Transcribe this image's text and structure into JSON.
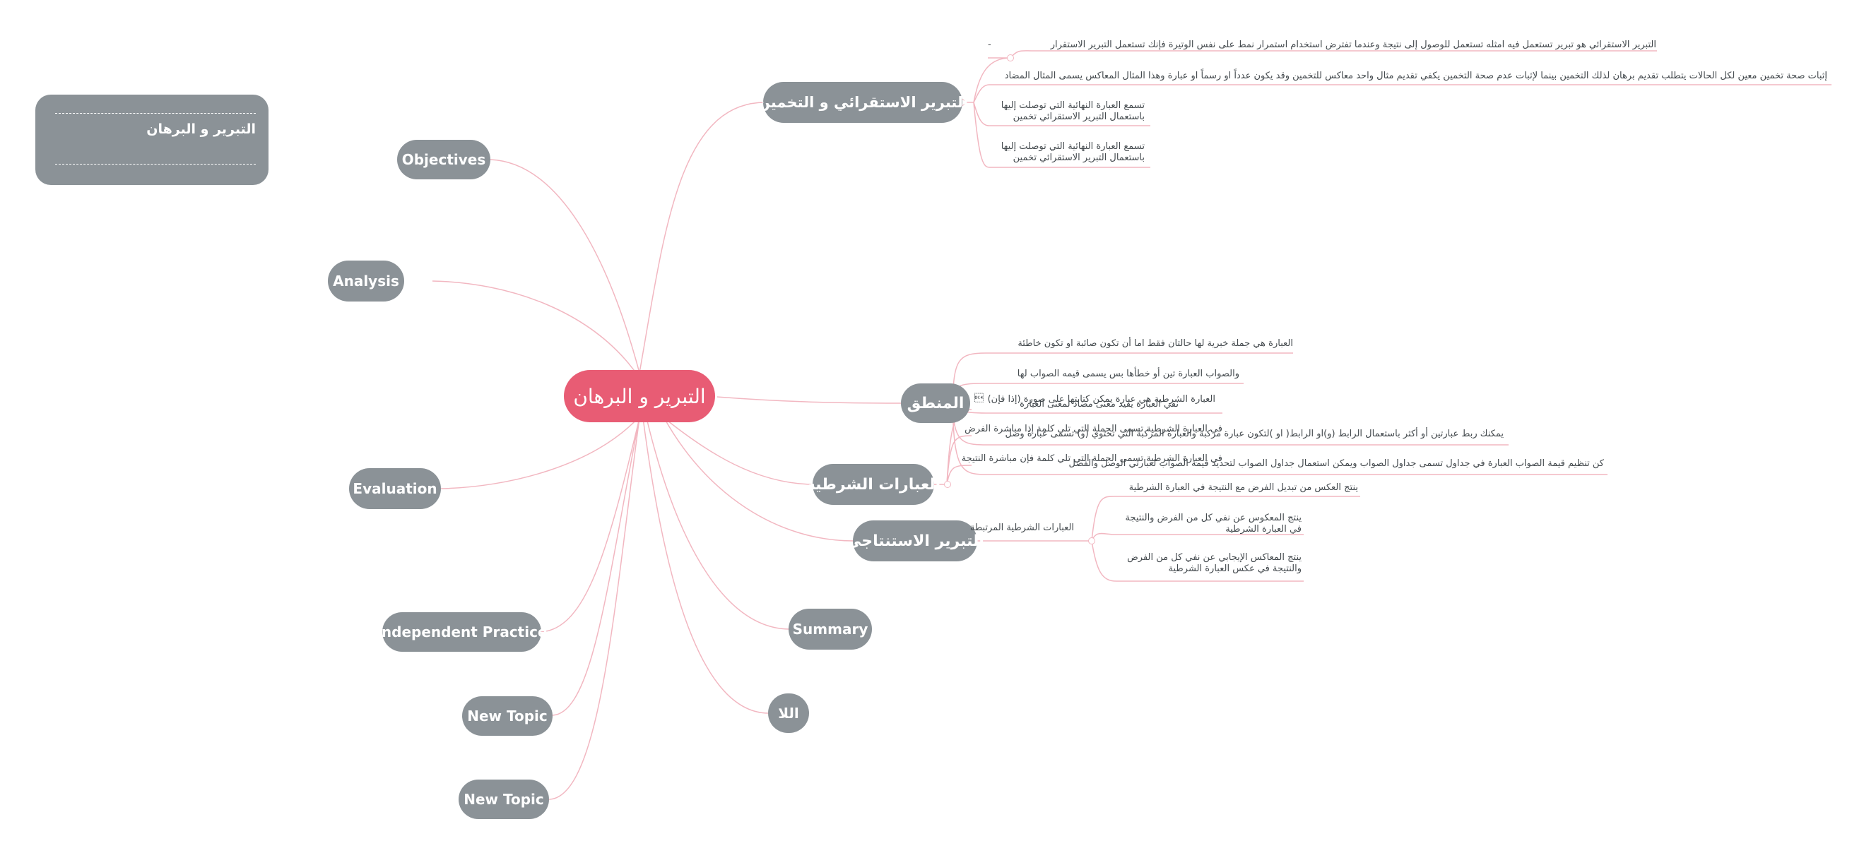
{
  "floating_topic": {
    "title": "التبرير و البرهان"
  },
  "root": {
    "label": "التبرير و البرهان"
  },
  "branches": {
    "objectives": "Objectives",
    "analysis": "Analysis",
    "evaluation": "Evaluation",
    "independent_practice": "Independent Practice",
    "new_topic_1": "New Topic",
    "new_topic_2": "New Topic",
    "inductive": "التبرير الاستقرائي و التخمين",
    "logic": "المنطق",
    "conditional": "العبارات الشرطية",
    "deductive": "التبرير الاستنتاجي",
    "summary": "Summary",
    "alla": "اللا"
  },
  "inductive_details": {
    "d1": "التبرير الاستقرائي هو تبرير تستعمل فيه امثله تستعمل للوصول إلى نتيجة وعندما تفترض استخدام استمرار نمط على نفس الوتيرة  فإنك تستعمل التبرير الاستقرار",
    "d1_dash": "-",
    "d2": "إثبات صحة تخمين معين لكل الحالات يتطلب تقديم  برهان لذلك التخمين بينما لإثبات عدم صحة التخمين يكفي تقديم مثال واحد معاكس للتخمين وقد يكون عدداً او رسماً او عبارة وهذا المثال المعاكس يسمى المثال المضاد",
    "d3": "تسمع العبارة النهائية التي توصلت إليها باستعمال التبرير الاستقرائي  تخمين",
    "d4": "تسمع العبارة النهائية التي توصلت إليها باستعمال التبرير الاستقرائي  تخمين"
  },
  "logic_details": {
    "d1": "العبارة هي جملة خبرية لها حالتان فقط اما أن تكون صائبة او تكون خاطئة",
    "d2": "والصواب العبارة تين أو خطأها بس يسمى قيمه الصواب لها",
    "d3": "نفي العبارة يفيد معنى مضاد لمعنى العبارة",
    "d4": "يمكنك ربط عبارتين أو أكثر باستعمال الرابط (و)او الرابط( او )لتكون عبارة مركبة والعبارة المركبة التي تحتوي (و) تسمى عبارة وصل",
    "d5": "كن تنظيم قيمة الصواب العبارة في جداول تسمى جداول الصواب ويمكن استعمال جداول الصواب لتحديد قيمة الصواب لعبارتي الوصل والفصل"
  },
  "conditional_details": {
    "d1": "العبارة الشرطية هي عبارة يمكن كتابتها على صورة (إذا فإن)",
    "d2": "في العبارة الشرطية تسمى الجملة التي تلي كلمة إذا مباشرة الفرض",
    "d3": "في العبارة الشرطية تسمى الجملة التي تلي كلمة فإن مباشرة النتيجة",
    "marker": "\u0014"
  },
  "deductive_details": {
    "related": "العبارات الشرطية المرتبطة",
    "c1": "ينتج العكس من تبديل الفرض مع النتيجة في العبارة الشرطية",
    "c2": "ينتج المعكوس عن نفي كل من الفرض والنتيجة في العبارة الشرطية",
    "c3": "ينتج المعاكس الإيجابي عن نفي  كل من الفرض والنتيجة في عكس العبارة الشرطية"
  },
  "colors": {
    "root": "#e85c74",
    "node": "#8b9297",
    "link": "#f2b7c1",
    "text": "#444a4e"
  }
}
